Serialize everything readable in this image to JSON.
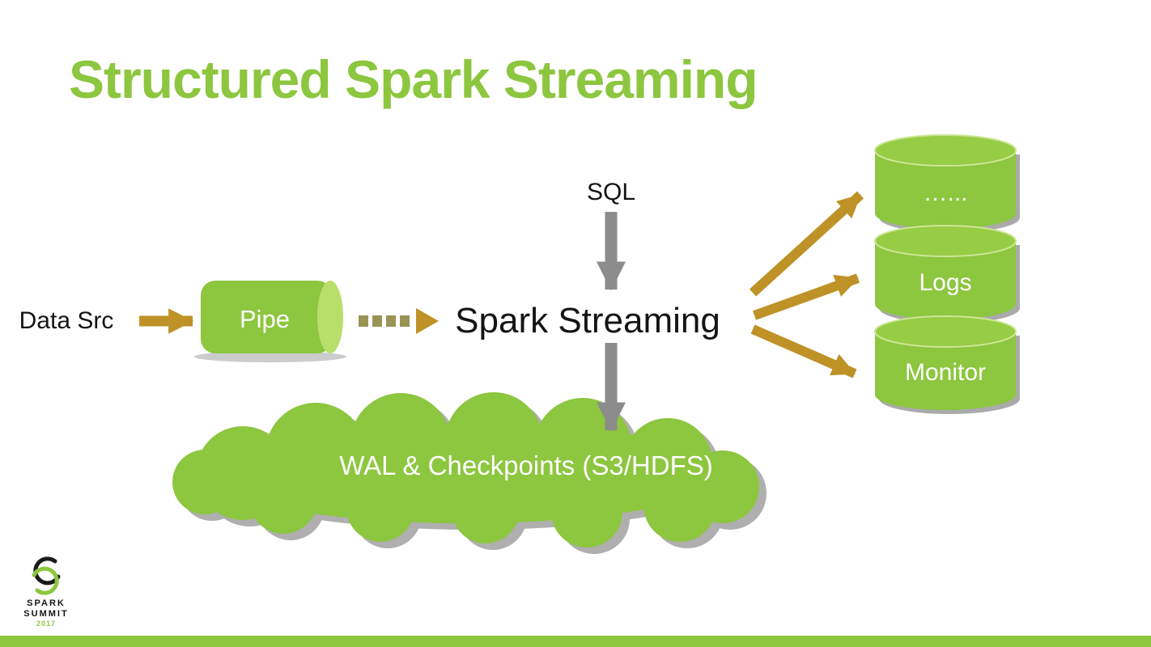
{
  "title": "Structured Spark Streaming",
  "diagram": {
    "data_src": "Data Src",
    "pipe": "Pipe",
    "sql": "SQL",
    "spark_streaming": "Spark Streaming",
    "wal_cloud": "WAL & Checkpoints (S3/HDFS)",
    "sinks": [
      {
        "label": "…..."
      },
      {
        "label": "Logs"
      },
      {
        "label": "Monitor"
      }
    ]
  },
  "logo": {
    "line1": "SPARK",
    "line2": "SUMMIT",
    "year": "2017"
  },
  "colors": {
    "brand_green": "#8DC63F",
    "arrow_gold": "#BE9226",
    "arrow_gray": "#8C8C8C"
  }
}
